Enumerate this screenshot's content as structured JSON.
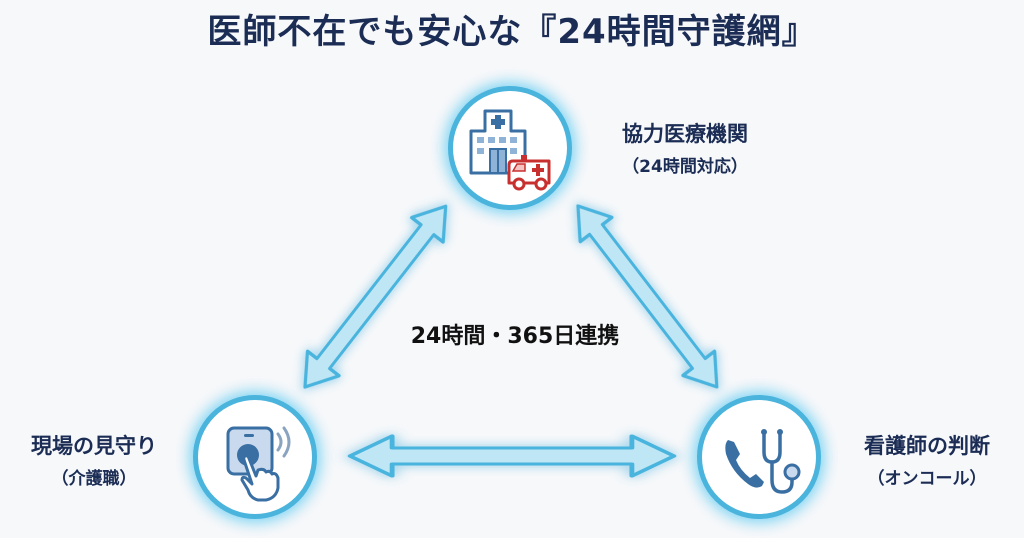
{
  "title": "医師不在でも安心な『24時間守護網』",
  "center_label": "24時間・365日連携",
  "nodes": [
    {
      "id": "medical",
      "label": "協力医療機関",
      "sublabel": "（24時間対応）",
      "icon": "hospital-ambulance-icon"
    },
    {
      "id": "caregiver",
      "label": "現場の見守り",
      "sublabel": "（介護職）",
      "icon": "call-button-hand-icon"
    },
    {
      "id": "nurse",
      "label": "看護師の判断",
      "sublabel": "（オンコール）",
      "icon": "phone-stethoscope-icon"
    }
  ],
  "connections": [
    {
      "from": "caregiver",
      "to": "medical",
      "type": "bidirectional"
    },
    {
      "from": "medical",
      "to": "nurse",
      "type": "bidirectional"
    },
    {
      "from": "caregiver",
      "to": "nurse",
      "type": "bidirectional"
    }
  ],
  "colors": {
    "title": "#1c2d55",
    "accent": "#4ab4dd",
    "glow": "#7fd8f5",
    "icon_blue": "#3a6fa3",
    "icon_red": "#c8302f"
  }
}
